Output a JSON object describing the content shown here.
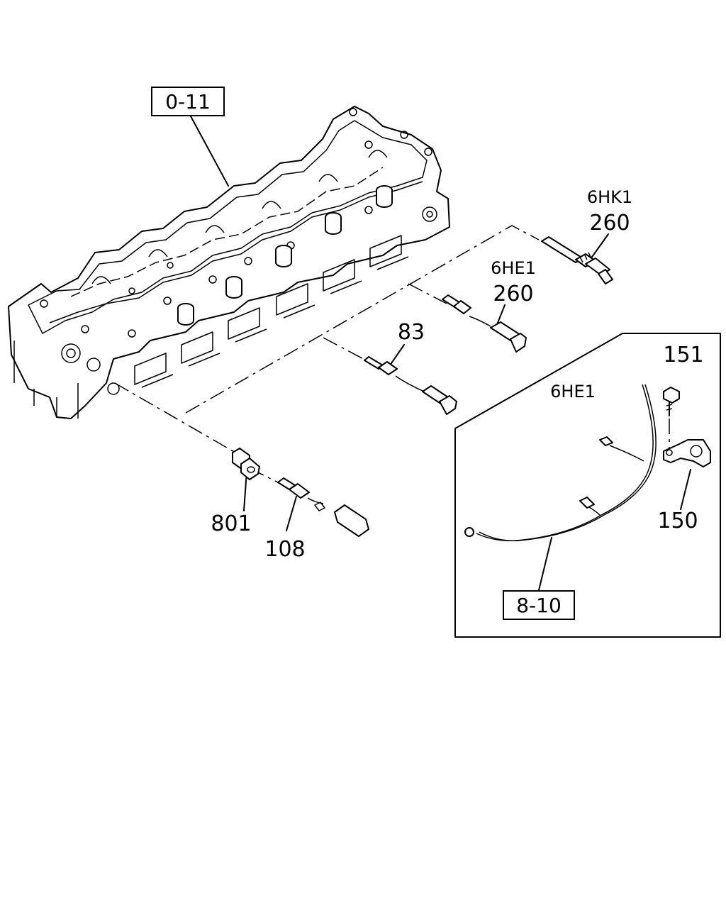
{
  "callouts": {
    "head_ref": "0-11",
    "harness_ref": "8-10",
    "sensor_6hk1_variant": "6HK1",
    "sensor_6hk1_part": "260",
    "sensor_6he1_variant": "6HE1",
    "sensor_6he1_part": "260",
    "sensor_83": "83",
    "plug_801": "801",
    "sensor_108": "108",
    "inset_variant": "6HE1",
    "bolt_151": "151",
    "bracket_150": "150"
  }
}
